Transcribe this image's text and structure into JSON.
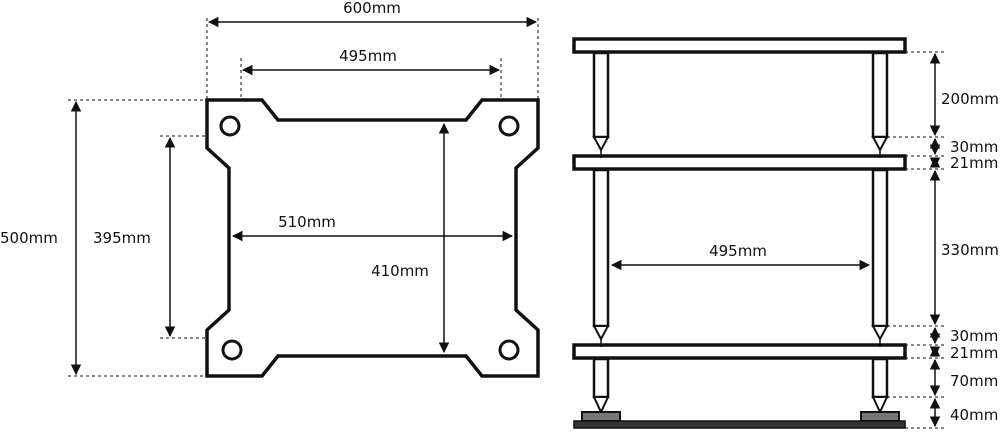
{
  "top_view": {
    "overall_width": "600mm",
    "spike_spacing_width": "495mm",
    "overall_depth": "500mm",
    "spike_spacing_depth": "395mm",
    "inner_width": "510mm",
    "inner_depth": "410mm"
  },
  "side_view": {
    "spike_spacing": "495mm",
    "top_column_height": "200mm",
    "spike_1": "30mm",
    "shelf_1": "21mm",
    "middle_column_height": "330mm",
    "spike_2": "30mm",
    "shelf_2": "21mm",
    "bottom_column_height": "70mm",
    "foot_height": "40mm"
  }
}
